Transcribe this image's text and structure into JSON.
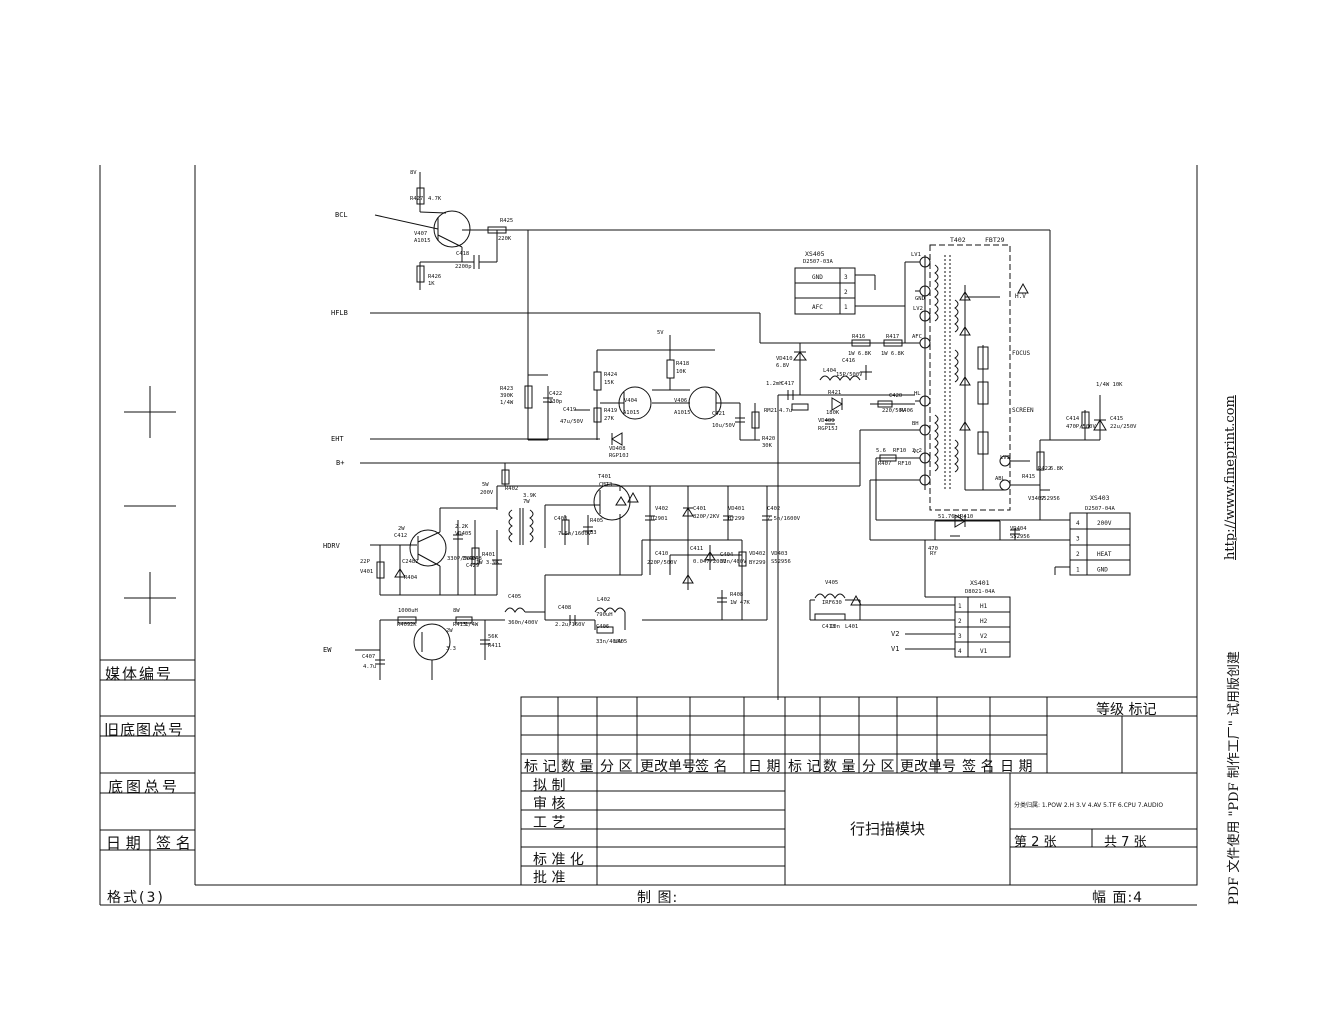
{
  "document": {
    "title_block": {
      "module_name": "行扫描模块",
      "sheet": "第 2 张",
      "total": "共 7 张",
      "format": "格式(3)",
      "drawn_by": "制 图:",
      "page_size": "幅 面:4",
      "grade_mark": "等级  标记",
      "revision_headers": [
        "标 记",
        "数 量",
        "分 区",
        "更改单号",
        "签  名",
        "日 期"
      ],
      "approval_rows": [
        "拟    制",
        "审    核",
        "工    艺",
        "标 准 化",
        "批    准"
      ],
      "category_note": "分类归属: 1.POW  2.H  3.V  4.AV  5.TF  6.CPU  7.AUDIO",
      "left_margin_labels": [
        "媒体编号",
        "旧底图总号",
        "底图总号",
        "日 期",
        "签 名"
      ]
    },
    "watermark": {
      "text": "PDF 文件使用 \"PDF 制作工厂\" 试用版创建",
      "url": "http://www.fineprint.com"
    }
  },
  "schematic": {
    "ports": [
      "BCL",
      "HFLB",
      "EHT",
      "B+",
      "HDRV",
      "EW",
      "V2",
      "V1"
    ],
    "connectors": {
      "xs405": {
        "ref": "XS405",
        "part": "D2507-03A",
        "pins": [
          [
            "GND",
            "3"
          ],
          [
            "",
            "2"
          ],
          [
            "AFC",
            "1"
          ]
        ]
      },
      "xs403": {
        "ref": "XS403",
        "part": "D2507-04A",
        "pins": [
          [
            "4",
            "200V"
          ],
          [
            "3",
            ""
          ],
          [
            "2",
            "HEAT"
          ],
          [
            "1",
            "GND"
          ]
        ]
      },
      "xs401": {
        "ref": "XS401",
        "part": "D8021-04A",
        "pins": [
          [
            "1",
            "H1"
          ],
          [
            "2",
            "H2"
          ],
          [
            "3",
            "V2"
          ],
          [
            "4",
            "V1"
          ]
        ]
      }
    },
    "transformer": {
      "ref": "T402",
      "part": "FBT29",
      "pins": [
        "LV1",
        "GND",
        "LV2",
        "AFC",
        "HL",
        "BH",
        "VC",
        "LV3",
        "ABL"
      ],
      "taps": [
        "H.V",
        "FOCUS",
        "SCREEN"
      ]
    },
    "parts": [
      "8V",
      "R427",
      "4.7K",
      "V407",
      "A1015",
      "C418",
      "2200p",
      "R426",
      "1K",
      "R425",
      "220K",
      "5V",
      "R418",
      "10K",
      "R424",
      "15K",
      "R423",
      "390K",
      "1/4W",
      "C422",
      "330p",
      "C419",
      "47u/50V",
      "R419",
      "27K",
      "VD408",
      "RGP10J",
      "V404",
      "A1015",
      "V406",
      "A1015",
      "C421",
      "10u/50V",
      "R420",
      "30K",
      "VD410",
      "6.8V",
      "R416",
      "1W 6.8K",
      "R417",
      "1W 6.8K",
      "C416",
      "15P/500V",
      "L404",
      "1.2mH",
      "C417",
      "RM21",
      "4.7u",
      "R421",
      "180K",
      "VD409",
      "RGP15J",
      "C420",
      "220/50V",
      "R406",
      "5.6",
      "RF10",
      "R407",
      "RF10",
      "2.2",
      "5W",
      "200V",
      "R402",
      "3.9K",
      "7W",
      "T401",
      "CMT3",
      "V402",
      "D2901",
      "C401",
      "820P/2KV",
      "VD401",
      "BY299",
      "C402",
      "7.5n/1600V",
      "C403",
      "7.5n/1600V",
      "R405",
      "33",
      "2W",
      "C412",
      "22P",
      "V401",
      "C2482",
      "R404",
      "2.2K",
      "VD405",
      "1N4148",
      "C429",
      "330P/500V",
      "R401",
      "1W 3.9K",
      "C410",
      "220P/500V",
      "C411",
      "0.047/200V",
      "C404",
      "33n/400V",
      "VD402",
      "BY299",
      "VD403",
      "S52956",
      "R408",
      "1W 47K",
      "C405",
      "360n/400V",
      "C408",
      "2.2u/160V",
      "L402",
      "790uH",
      "C406",
      "33n/400V",
      "L405",
      "1000uH",
      "R409",
      "2K",
      "8W",
      "R413",
      "1/4W",
      "56K",
      "R411",
      "2W",
      "3.3",
      "C407",
      "4.7u",
      "V405",
      "IRF630",
      "C413",
      "10n",
      "L401",
      "51.76uH",
      "R410",
      "470",
      "RY",
      "VD404",
      "S52956",
      "C414",
      "470P/500V",
      "C415",
      "22u/250V",
      "R422",
      "6.8K",
      "V3407",
      "S52956",
      "R415",
      "1/4W 10K",
      "C447",
      "0.1u/200V",
      "C411",
      "CRR",
      "GND",
      "8V"
    ]
  }
}
